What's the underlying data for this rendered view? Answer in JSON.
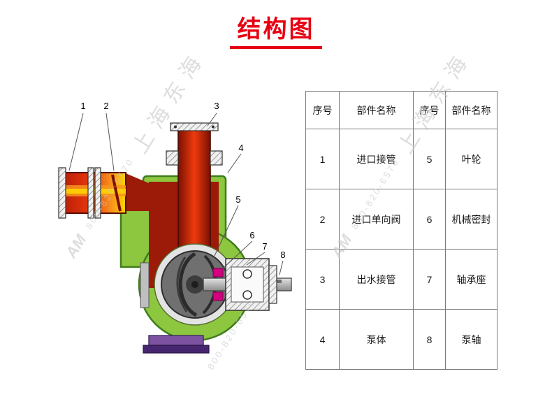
{
  "title": "结构图",
  "table": {
    "headers": [
      "序号",
      "部件名称",
      "序号",
      "部件名称"
    ],
    "rows": [
      [
        "1",
        "进口接管",
        "5",
        "叶轮"
      ],
      [
        "2",
        "进口单向阀",
        "6",
        "机械密封"
      ],
      [
        "3",
        "出水接管",
        "7",
        "轴承座"
      ],
      [
        "4",
        "泵体",
        "8",
        "泵轴"
      ]
    ]
  },
  "diagram": {
    "description": "自吸泵结构剖面图",
    "callouts": [
      "1",
      "2",
      "3",
      "4",
      "5",
      "6",
      "7",
      "8"
    ]
  },
  "watermark": {
    "logo": "AM",
    "company": "上海东海",
    "phone": "800-820-6570"
  },
  "colors": {
    "accent_red": "#e60012",
    "casing_green": "#8dc63f",
    "casing_outline": "#3f7d1e",
    "fluid_bright": "#e8380d",
    "fluid_dark": "#9b1a08",
    "fluid_orange": "#f7941d",
    "fluid_yellow": "#ffd400",
    "seal_magenta": "#d4007f",
    "base_purple": "#7c52a1",
    "base_dark_purple": "#46266e",
    "shaft_gray": "#b5b5b5"
  }
}
